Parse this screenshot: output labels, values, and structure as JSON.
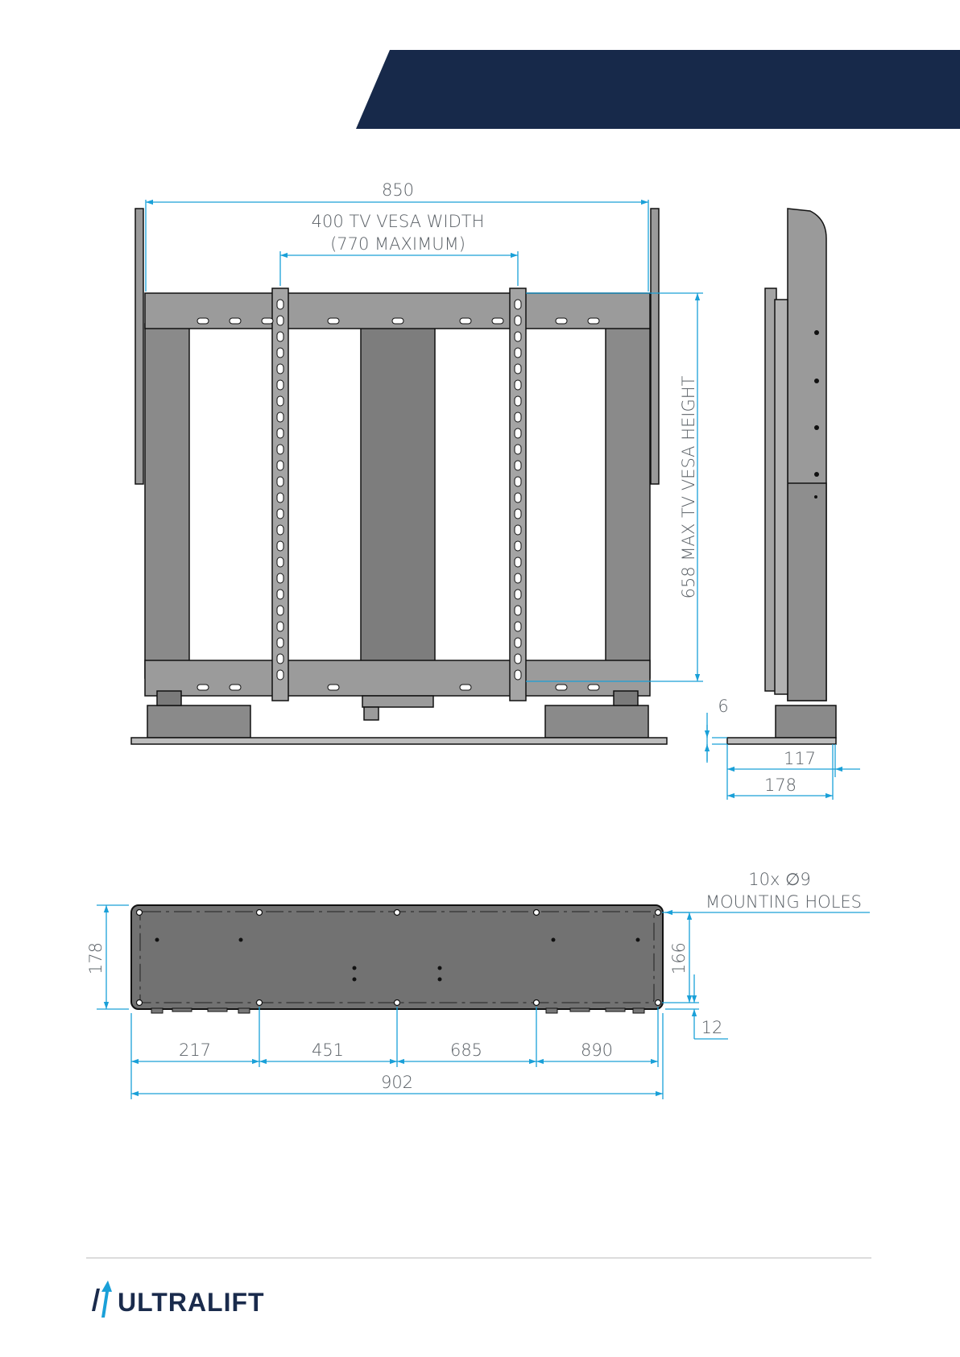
{
  "colors": {
    "header_band": "#17294a",
    "dimension_line": "#1aa0d8",
    "steel": "#8a8a8a",
    "steel_dark": "#6f6f6f",
    "outline": "#111111",
    "text": "#5a6066",
    "brand": "#1a2b4c",
    "brand_accent": "#1aa0d8"
  },
  "front_view": {
    "overall_width": "850",
    "vesa_width_line1": "400 TV VESA WIDTH",
    "vesa_width_line2": "(770 MAXIMUM)",
    "vesa_height": "658 MAX TV VESA HEIGHT"
  },
  "side_view": {
    "plate_thickness": "6",
    "depth_inner": "117",
    "depth_overall": "178"
  },
  "base_plan": {
    "depth": "178",
    "hole_spacing_depth": "166",
    "edge_offset": "12",
    "mounting_holes_line1": "10x ∅9",
    "mounting_holes_line2": "MOUNTING HOLES",
    "hole_positions": [
      "217",
      "451",
      "685",
      "890"
    ],
    "overall_length": "902"
  },
  "footer": {
    "brand_name": "ULTRALIFT",
    "logo_icon": "ultralift-arrow-icon"
  }
}
